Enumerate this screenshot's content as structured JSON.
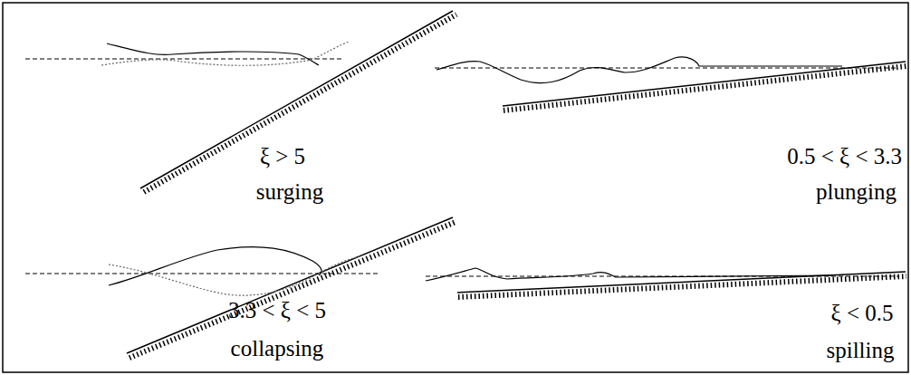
{
  "diagram": {
    "labels": [
      "ξ > 5",
      "surging",
      "0.5 < ξ < 3.3",
      "plunging",
      "3.3 < ξ < 5",
      "collapsing",
      "ξ < 0.5",
      "spilling"
    ]
  }
}
